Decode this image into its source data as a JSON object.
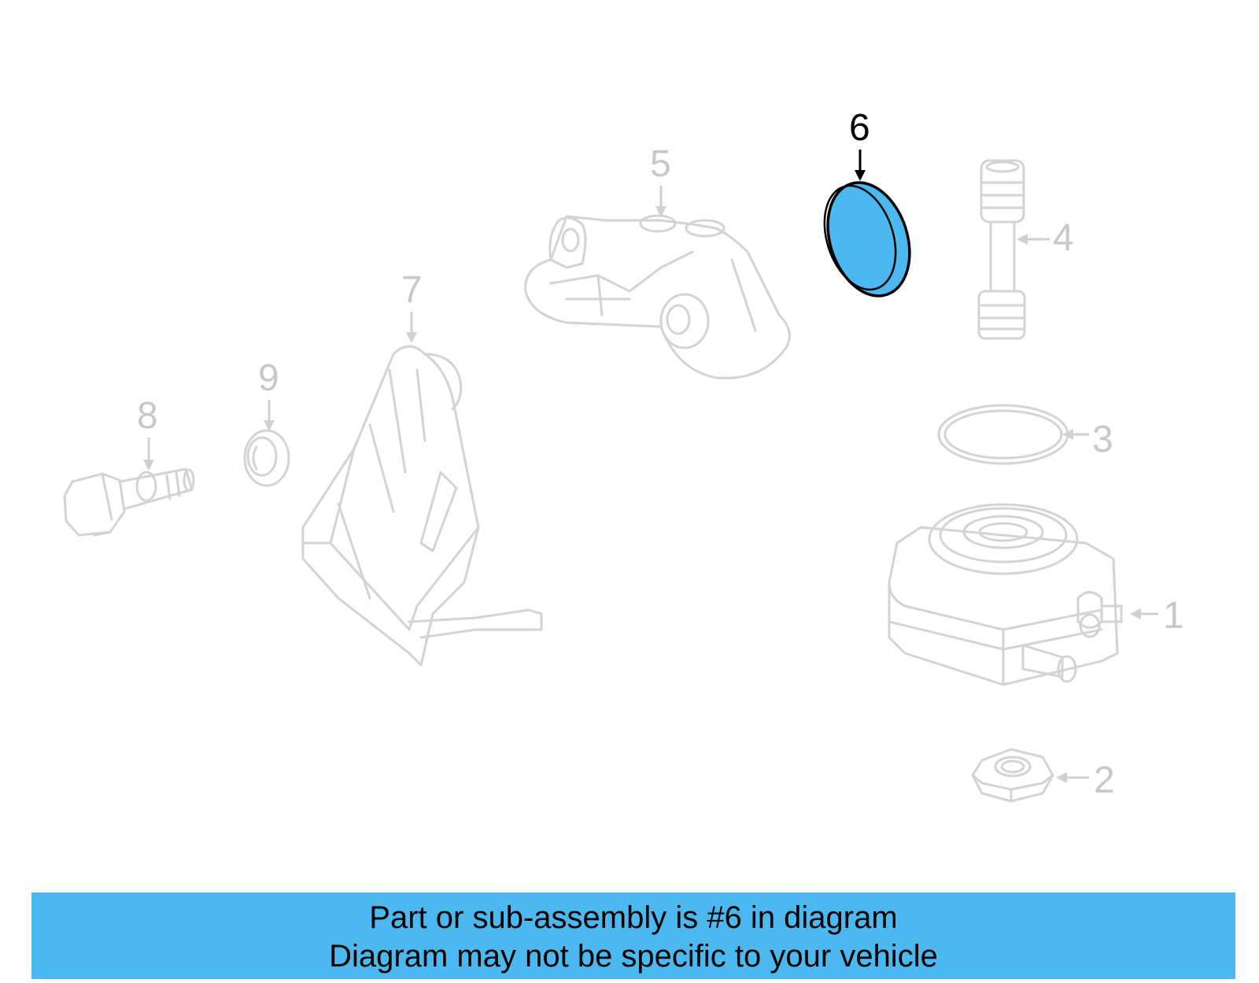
{
  "diagram": {
    "highlighted_part": "6",
    "highlight_color": "#4cb8f0",
    "labels": {
      "p1": "1",
      "p2": "2",
      "p3": "3",
      "p4": "4",
      "p5": "5",
      "p6": "6",
      "p7": "7",
      "p8": "8",
      "p9": "9"
    }
  },
  "banner": {
    "background": "#4cb8f0",
    "line1": "Part or sub-assembly is #6 in diagram",
    "line2": "Diagram may not be specific to your vehicle"
  }
}
